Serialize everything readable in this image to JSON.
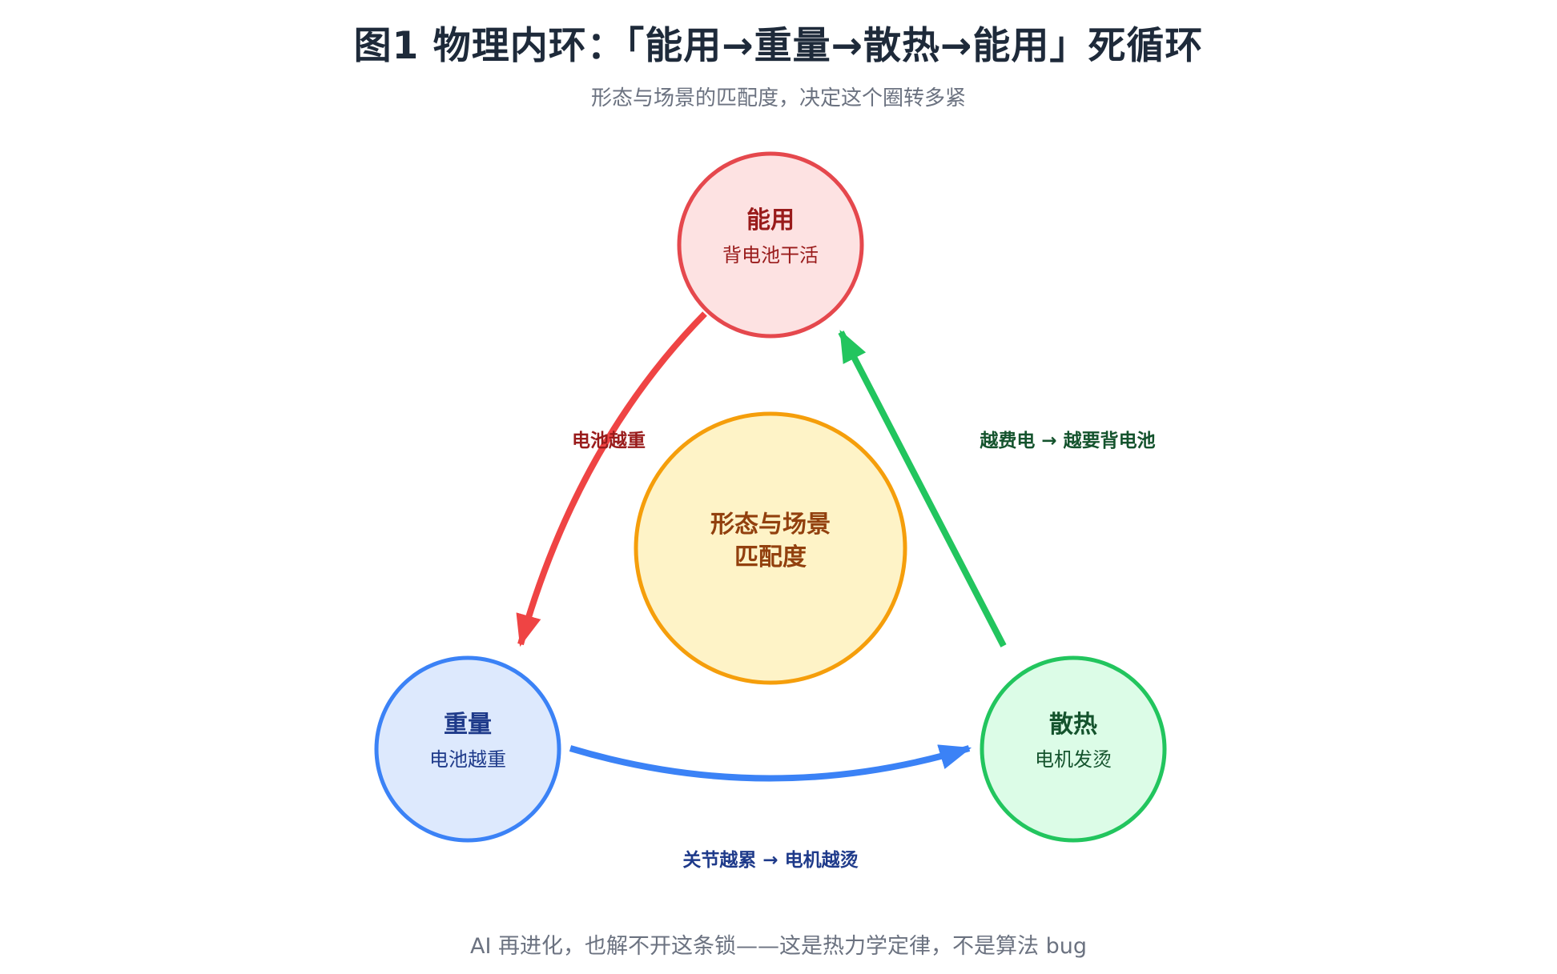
{
  "title": "图1 物理内环：「能用→重量→散热→能用」死循环",
  "subtitle": "形态与场景的匹配度，决定这个圈转多紧",
  "footer": "AI 再进化，也解不开这条锁——这是热力学定律，不是算法 bug",
  "nodes": {
    "usable": {
      "title": "能用",
      "subtitle": "背电池干活",
      "fill": "#fde2e2",
      "stroke": "#e5484d",
      "text": "#991b1b"
    },
    "weight": {
      "title": "重量",
      "subtitle": "电池越重",
      "fill": "#dde9fd",
      "stroke": "#3b82f6",
      "text": "#1e3a8a"
    },
    "heat": {
      "title": "散热",
      "subtitle": "电机发烫",
      "fill": "#dcfce7",
      "stroke": "#22c55e",
      "text": "#14532d"
    }
  },
  "center": {
    "line1": "形态与场景",
    "line2": "匹配度",
    "fill": "#fef3c7",
    "stroke": "#f59e0b",
    "text": "#92400e"
  },
  "edges": {
    "usable_to_weight": {
      "label": "电池越重",
      "color": "#ef4444",
      "text": "#991b1b"
    },
    "weight_to_heat": {
      "label": "关节越累 → 电机越烫",
      "color": "#3b82f6",
      "text": "#1e3a8a"
    },
    "heat_to_usable": {
      "label": "越费电 → 越要背电池",
      "color": "#22c55e",
      "text": "#14532d"
    }
  }
}
